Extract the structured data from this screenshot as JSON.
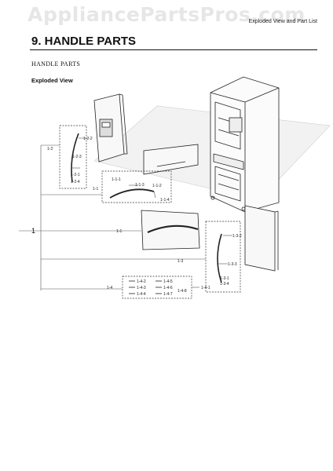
{
  "watermark": "AppliancePartsPros.com",
  "header_right": "Exploded View and Part List",
  "title": "9.  HANDLE PARTS",
  "section_label": "HANDLE PARTS",
  "subsection_label": "Exploded View",
  "callouts": {
    "c1": "1",
    "c1_1": "1-1",
    "c1_1_tb": "1-1",
    "c1_1_1": "1-1-1",
    "c1_1_2": "1-1-2",
    "c1_1_3": "1-1-3",
    "c1_1_4": "1-1-4",
    "c1_2": "1-2",
    "c1_2_1": "1-2-1",
    "c1_2_2": "1-2-2",
    "c1_2_3": "1-2-3",
    "c1_2_4": "1-2-4",
    "c1_3": "1-3",
    "c1_3_1": "1-3-1",
    "c1_3_2": "1-3-2",
    "c1_3_3": "1-3-3",
    "c1_3_4": "1-3-4",
    "c1_4": "1-4",
    "c1_4_1": "1-4-1",
    "c1_4_2": "1-4-2",
    "c1_4_3": "1-4-3",
    "c1_4_4": "1-4-4",
    "c1_4_5": "1-4-5",
    "c1_4_6": "1-4-6",
    "c1_4_7": "1-4-7",
    "c1_4_8": "1-4-8"
  }
}
